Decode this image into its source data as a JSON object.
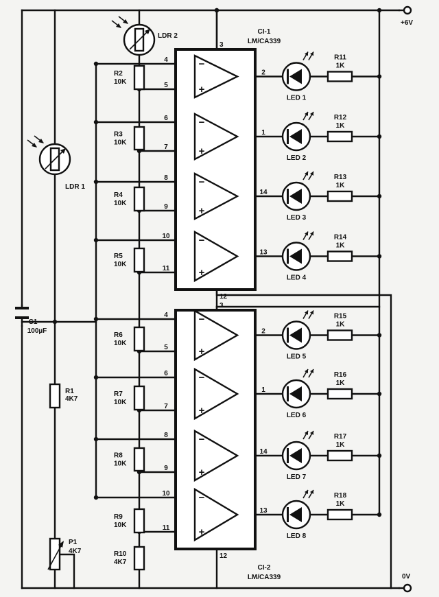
{
  "rails": {
    "positive": "+6V",
    "ground": "0V"
  },
  "ics": [
    {
      "name": "CI-1",
      "part": "LM/CA339",
      "supply_pin": "3",
      "ground_pin": "12"
    },
    {
      "name": "CI-2",
      "part": "LM/CA339",
      "supply_pin": "3",
      "ground_pin": "12"
    }
  ],
  "sensors": {
    "ldr2": "LDR 2",
    "ldr1": "LDR 1"
  },
  "capacitor": {
    "name": "C1",
    "value": "100µF"
  },
  "r1": {
    "name": "R1",
    "value": "4K7"
  },
  "pot": {
    "name": "P1",
    "value": "4K7"
  },
  "r10": {
    "name": "R10",
    "value": "4K7"
  },
  "comparators": [
    {
      "inv_pin": "4",
      "noninv_pin": "5",
      "out_pin": "2",
      "divider": {
        "name": "R2",
        "value": "10K"
      },
      "led": "LED 1",
      "series": {
        "name": "R11",
        "value": "1K"
      }
    },
    {
      "inv_pin": "6",
      "noninv_pin": "7",
      "out_pin": "1",
      "divider": {
        "name": "R3",
        "value": "10K"
      },
      "led": "LED 2",
      "series": {
        "name": "R12",
        "value": "1K"
      }
    },
    {
      "inv_pin": "8",
      "noninv_pin": "9",
      "out_pin": "14",
      "divider": {
        "name": "R4",
        "value": "10K"
      },
      "led": "LED 3",
      "series": {
        "name": "R13",
        "value": "1K"
      }
    },
    {
      "inv_pin": "10",
      "noninv_pin": "11",
      "out_pin": "13",
      "divider": {
        "name": "R5",
        "value": "10K"
      },
      "led": "LED 4",
      "series": {
        "name": "R14",
        "value": "1K"
      }
    },
    {
      "inv_pin": "4",
      "noninv_pin": "5",
      "out_pin": "2",
      "divider": {
        "name": "R6",
        "value": "10K"
      },
      "led": "LED 5",
      "series": {
        "name": "R15",
        "value": "1K"
      }
    },
    {
      "inv_pin": "6",
      "noninv_pin": "7",
      "out_pin": "1",
      "divider": {
        "name": "R7",
        "value": "10K"
      },
      "led": "LED 6",
      "series": {
        "name": "R16",
        "value": "1K"
      }
    },
    {
      "inv_pin": "8",
      "noninv_pin": "9",
      "out_pin": "14",
      "divider": {
        "name": "R8",
        "value": "10K"
      },
      "led": "LED 7",
      "series": {
        "name": "R17",
        "value": "1K"
      }
    },
    {
      "inv_pin": "10",
      "noninv_pin": "11",
      "out_pin": "13",
      "divider": {
        "name": "R9",
        "value": "10K"
      },
      "led": "LED 8",
      "series": {
        "name": "R18",
        "value": "1K"
      }
    }
  ]
}
